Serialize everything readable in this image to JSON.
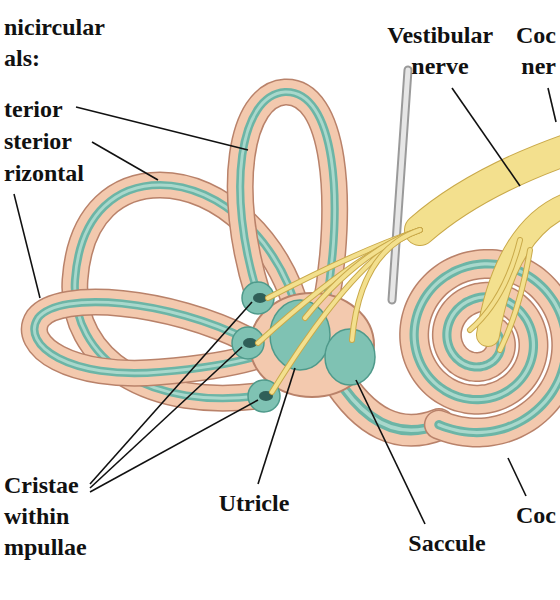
{
  "diagram": {
    "labels": [
      "nicircular als:",
      "terior",
      "sterior",
      "rizontal",
      "Vestibular nerve",
      "Coc ner",
      "Cristae within mpullae",
      "Utricle",
      "Saccule",
      "Coc"
    ]
  }
}
